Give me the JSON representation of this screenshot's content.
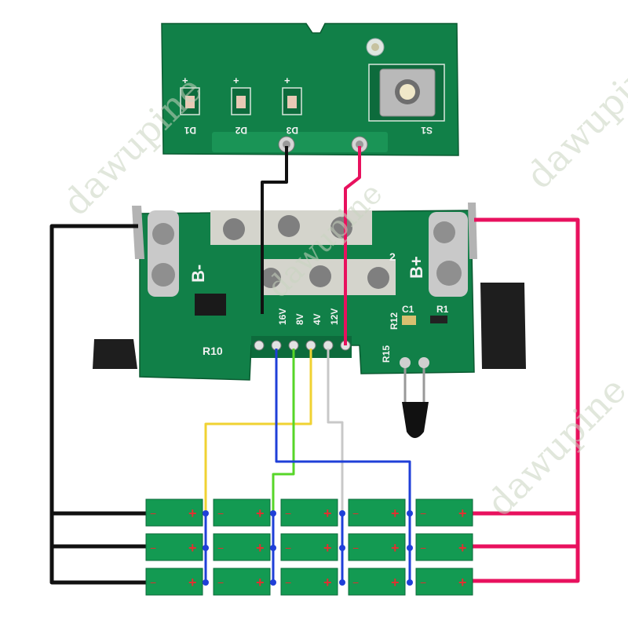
{
  "watermark": "dawupine",
  "top_board": {
    "leds": [
      "D1",
      "D2",
      "D3"
    ],
    "led_polarity": "+",
    "switch_label": "S1"
  },
  "main_board": {
    "pads": [
      "B-",
      "B+"
    ],
    "resistors": [
      "R12",
      "R1",
      "R15",
      "R10"
    ],
    "capacitor": "C1",
    "partial_label": "2",
    "header_pins": [
      "16V",
      "8V",
      "4V",
      "12V"
    ]
  },
  "cells": {
    "rows": 3,
    "cols": 5,
    "minus_label": "−",
    "plus_label": "+"
  },
  "colors": {
    "pcb": "#118048",
    "pcb_dark": "#0b6a3a",
    "cell": "#139a52",
    "black_wire": "#111111",
    "red_wire": "#e8115e",
    "blue_wire": "#1f3fd8",
    "yellow_wire": "#f0d232",
    "green_wire": "#57d628",
    "gray_wire": "#c8c8c8"
  }
}
